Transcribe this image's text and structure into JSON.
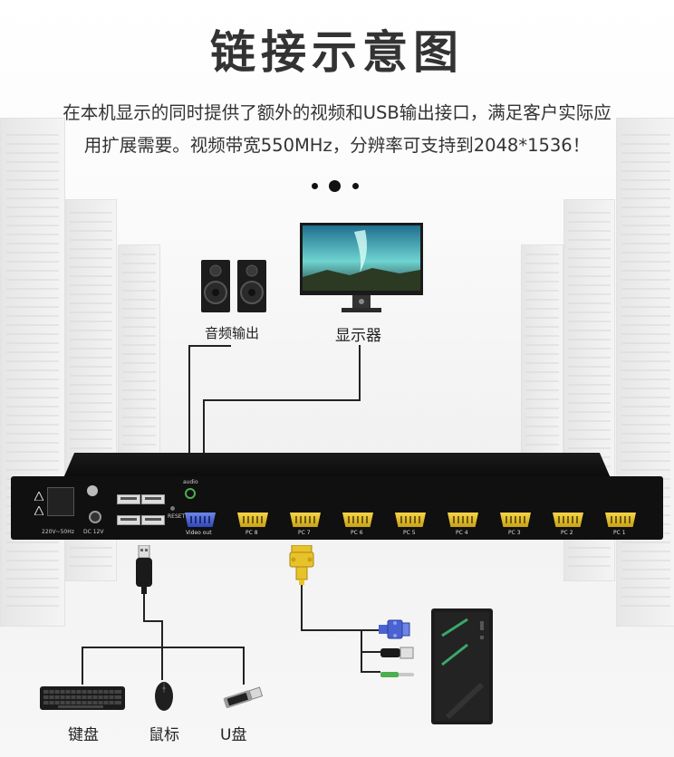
{
  "title": "链接示意图",
  "description_lines": [
    "在本机显示的同时提供了额外的视频和USB输出接口，满足客户实际应",
    "用扩展需要。视频带宽550MHz，分辨率可支持到2048*1536！"
  ],
  "labels": {
    "audio_out": "音频输出",
    "monitor": "显示器",
    "keyboard": "键盘",
    "mouse": "鼠标",
    "usb_drive": "U盘"
  },
  "kvm": {
    "power_label": "220V~50Hz",
    "dc_label": "DC 12V",
    "audio_label": "audio",
    "reset_label": "RESET",
    "video_out_label": "Video out",
    "pc_ports": [
      "PC 8",
      "PC 7",
      "PC 6",
      "PC 5",
      "PC 4",
      "PC 3",
      "PC 2",
      "PC 1"
    ]
  },
  "colors": {
    "vga_port": "#e8c22a",
    "video_out_port": "#4a62d2",
    "audio_jack": "#4caf50",
    "pc_tower_accent": "#3aa86a"
  }
}
